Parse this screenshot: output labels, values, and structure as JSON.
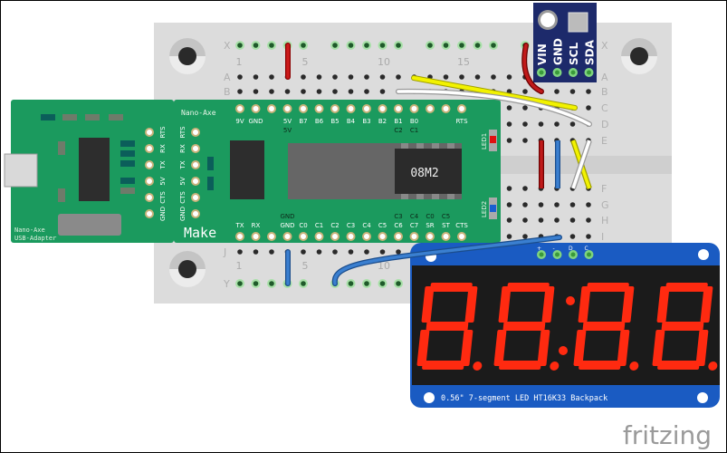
{
  "breadboard": {
    "row_labels_top": [
      "X",
      "A",
      "B",
      "C",
      "D",
      "E"
    ],
    "row_labels_bottom": [
      "F",
      "G",
      "H",
      "I",
      "J",
      "Y"
    ],
    "column_numbers": [
      "1",
      "5",
      "10",
      "15"
    ]
  },
  "usb_adapter": {
    "title_line1": "Nano-Axe",
    "title_line2": "USB-Adapter",
    "pins": [
      "RTS",
      "RX",
      "TX",
      "5V",
      "CTS",
      "GND"
    ]
  },
  "nano_axe": {
    "title": "Nano-Axe",
    "logo": "Make",
    "side_pins": [
      "RTS",
      "RX",
      "TX",
      "5V",
      "CTS",
      "GND"
    ],
    "top_pins": [
      "9V",
      "GND",
      "",
      "5V",
      "B7",
      "B6",
      "B5",
      "B4",
      "B3",
      "B2",
      "B1",
      "B0",
      "",
      "",
      "RTS"
    ],
    "top_sub": [
      "",
      "",
      "",
      "5V",
      "",
      "",
      "",
      "",
      "",
      "",
      "C2",
      "C1",
      "",
      "",
      ""
    ],
    "bottom_pins": [
      "TX",
      "RX",
      "",
      "GND",
      "C0",
      "C1",
      "C2",
      "C3",
      "C4",
      "C5",
      "C6",
      "C7",
      "SR",
      "ST",
      "CTS"
    ],
    "bottom_sup": [
      "",
      "",
      "",
      "GND",
      "",
      "",
      "",
      "",
      "",
      "",
      "C3",
      "C4",
      "C0",
      "C5",
      ""
    ],
    "chip_label": "08M2",
    "led1": "LED1",
    "led2": "LED2"
  },
  "sensor": {
    "pins": [
      "VIN",
      "GND",
      "SCL",
      "SDA"
    ]
  },
  "display": {
    "label": "0.56\" 7-segment LED HT16K33 Backpack",
    "pin_marks": [
      "+",
      "-",
      "D",
      "C"
    ],
    "segment_color": "#ff2a10"
  },
  "watermark": "fritzing"
}
